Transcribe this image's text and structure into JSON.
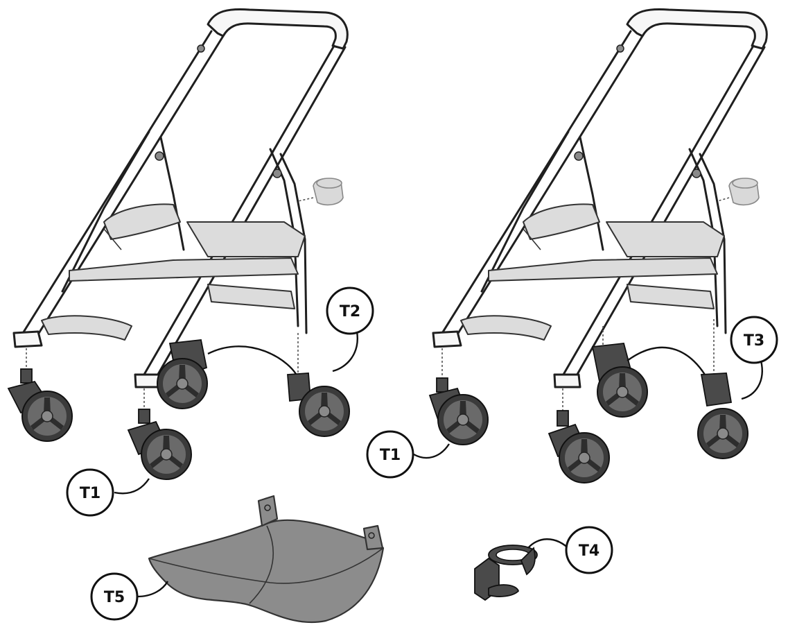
{
  "callouts": {
    "t1_left": "T1",
    "t2": "T2",
    "t1_right": "T1",
    "t3": "T3",
    "t4": "T4",
    "t5": "T5"
  }
}
